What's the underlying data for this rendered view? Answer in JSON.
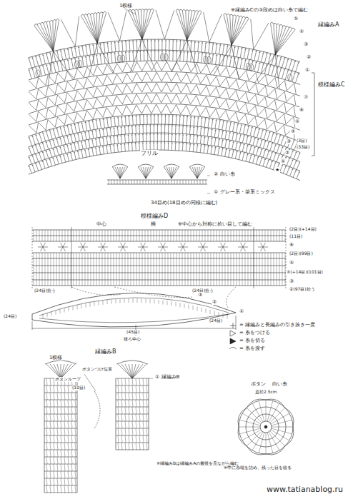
{
  "diagram": {
    "labels": [
      "1模様",
      "※縁編みCの③段めは白い糸で編む",
      "縁編みA",
      "⑤",
      "④",
      "③",
      "②",
      "①",
      "模様編みC",
      "⑦",
      "⑥",
      "⑤",
      "④",
      "③",
      "(3目)",
      "(33目)",
      "②",
      "①",
      "★",
      "フリル",
      "② 白い糸",
      "① グレー系・茶系ミックス",
      "34目め(18目めの同様に編む)",
      "模様編みD",
      "中心",
      "柄",
      "※中心から対称に拾い目して編む",
      "(2目)(+14目)",
      "(11目)",
      "⑥",
      "(2目)(99目)",
      "⑤",
      "④(+14目)(101目)",
      "③",
      "②(97目)拾う",
      "(24目)拾う",
      "(24目)拾う",
      "(24目)",
      "(24目)",
      "(45目)",
      "後ろ中心",
      "③",
      "②",
      "①",
      "縁編みB",
      "1模様",
      "ボタンつけ位置",
      "ボタンループ",
      "(10目)",
      "① 縁編みB",
      "※縁編みBは縁編みAの最後を見ながら編む",
      "ボタン",
      "白い糸",
      "直径2.5cm",
      "※中に糸端を詰め、残った目を絞る",
      "www.tatianablog.ru"
    ],
    "legend": [
      {
        "text": "= 縁編みと長編みの引き抜き一度"
      },
      {
        "text": "= 糸をつける"
      },
      {
        "text": "= 糸を切る"
      },
      {
        "text": "= 糸を渡す"
      }
    ]
  }
}
